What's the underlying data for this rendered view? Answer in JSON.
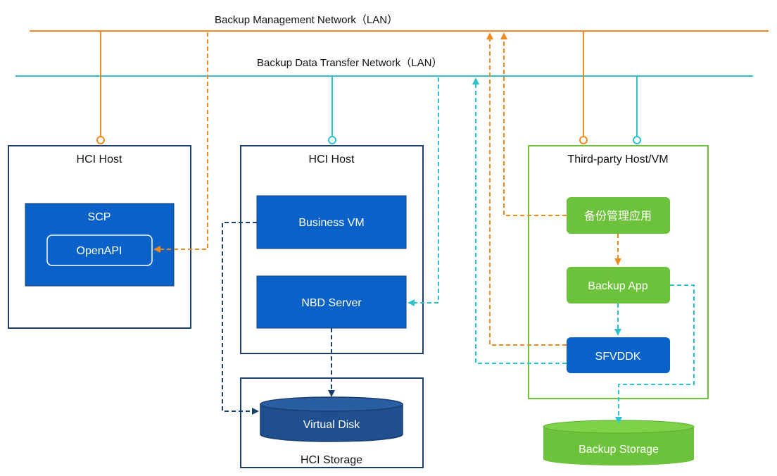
{
  "networks": {
    "management_label": "Backup Management Network（LAN）",
    "data_label": "Backup Data Transfer Network（LAN）"
  },
  "hosts": {
    "hci_host_1": "HCI Host",
    "hci_host_2": "HCI Host",
    "third_party": "Third-party Host/VM"
  },
  "nodes": {
    "scp": "SCP",
    "openapi": "OpenAPI",
    "business_vm": "Business VM",
    "nbd_server": "NBD Server",
    "virtual_disk": "Virtual Disk",
    "hci_storage": "HCI Storage",
    "backup_mgmt_app": "备份管理应用",
    "backup_app": "Backup App",
    "sfvddk": "SFVDDK",
    "backup_storage": "Backup Storage"
  },
  "colors": {
    "management_network": "#f08a1e",
    "data_network": "#2cc3cf",
    "hci_blue": "#0a62c9",
    "border_navy": "#1a3f6f",
    "storage_navy": "#1f4f8f",
    "third_party_green": "#6cc23a"
  }
}
